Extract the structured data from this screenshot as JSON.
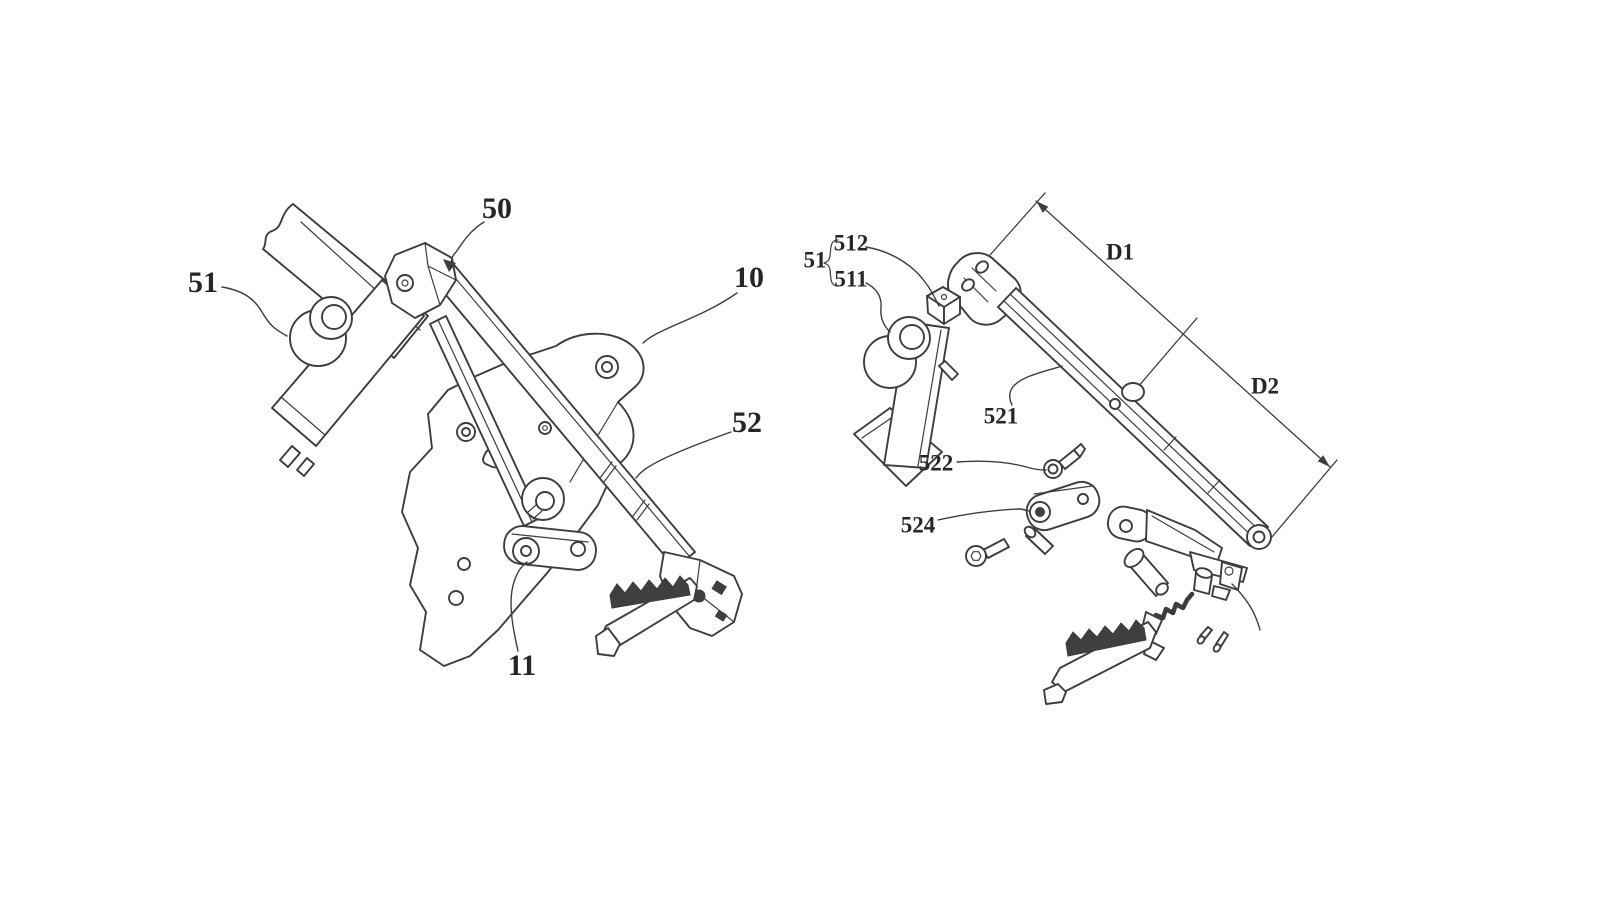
{
  "figure": {
    "kind": "patent line drawing, two views of a motorcycle foot-peg actuator assembly",
    "colors": {
      "line": "#3d3d3d",
      "background": "#ffffff",
      "dark_fill": "#3f3f3f"
    },
    "assembled_view": {
      "labels": {
        "bracket": "50",
        "actuator": "51",
        "frame": "10",
        "arm": "52",
        "link": "11"
      }
    },
    "exploded_view": {
      "group": {
        "label": "51",
        "brace": "{"
      },
      "labels": {
        "rod_end": "512",
        "motor": "511",
        "arm_body": "521",
        "bolt": "522",
        "link_block": "524"
      },
      "dimensions": {
        "upper": "D1",
        "lower": "D2"
      }
    }
  }
}
